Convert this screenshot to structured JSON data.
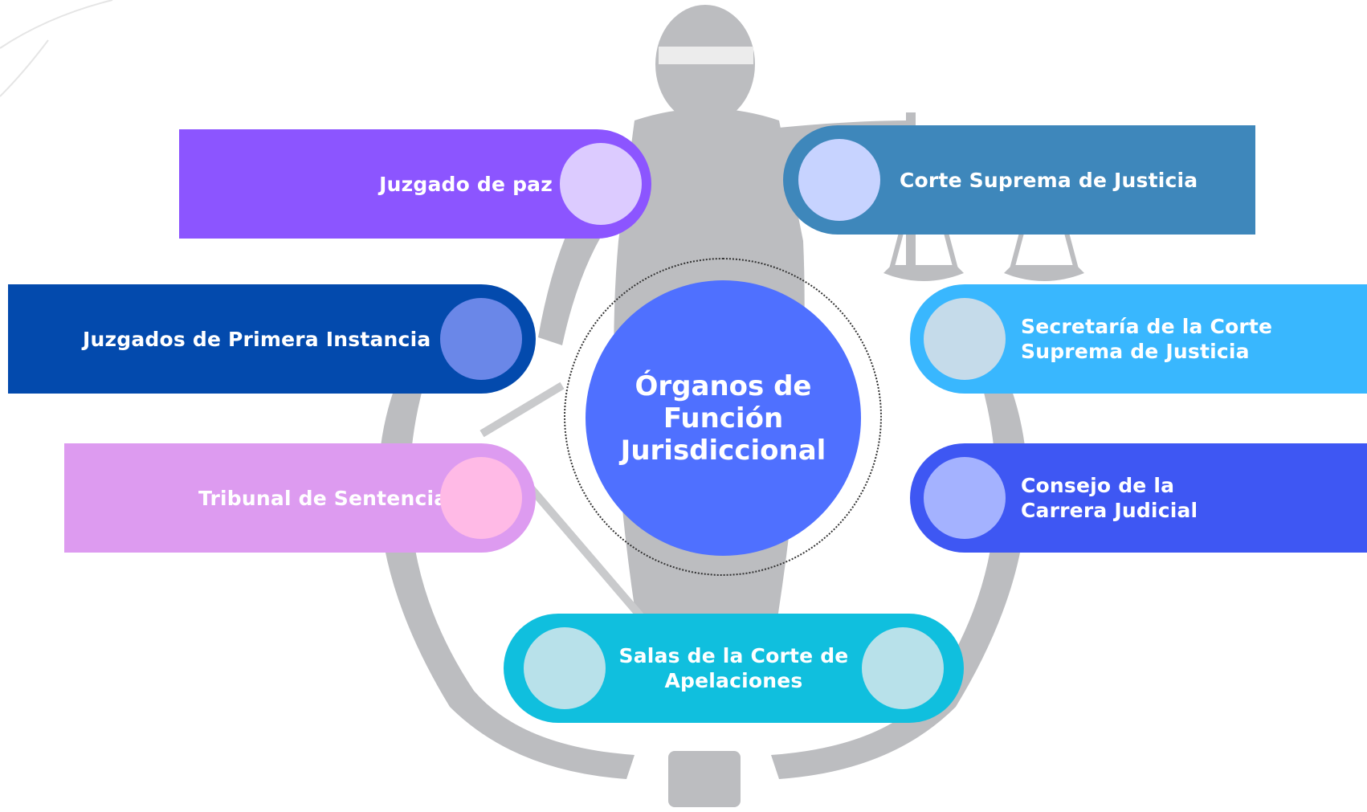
{
  "diagram": {
    "center": {
      "label": "Órganos de\nFunción\nJurisdiccional",
      "color": "#4f70ff"
    },
    "nodes": [
      {
        "id": "juzgado-paz",
        "label": "Juzgado de paz",
        "color": "#8c55ff",
        "dot": "#dccbff"
      },
      {
        "id": "primera-instancia",
        "label": "Juzgados de Primera Instancia",
        "color": "#034aad",
        "dot": "#6a87e8"
      },
      {
        "id": "tribunal-sentencia",
        "label": "Tribunal de Sentencia",
        "color": "#dd9bf0",
        "dot": "#ffbae6"
      },
      {
        "id": "corte-suprema",
        "label": "Corte Suprema de Justicia",
        "color": "#3e87bb",
        "dot": "#c7d3ff"
      },
      {
        "id": "secretaria",
        "label": "Secretaría de la Corte\nSuprema de Justicia",
        "color": "#39b7fe",
        "dot": "#c5dbea"
      },
      {
        "id": "consejo",
        "label": "Consejo de la\nCarrera Judicial",
        "color": "#3e57f3",
        "dot": "#a4b2ff"
      },
      {
        "id": "salas",
        "label": "Salas de la Corte de\nApelaciones",
        "color": "#10bfde",
        "dot": "#b8e1ea"
      }
    ]
  }
}
